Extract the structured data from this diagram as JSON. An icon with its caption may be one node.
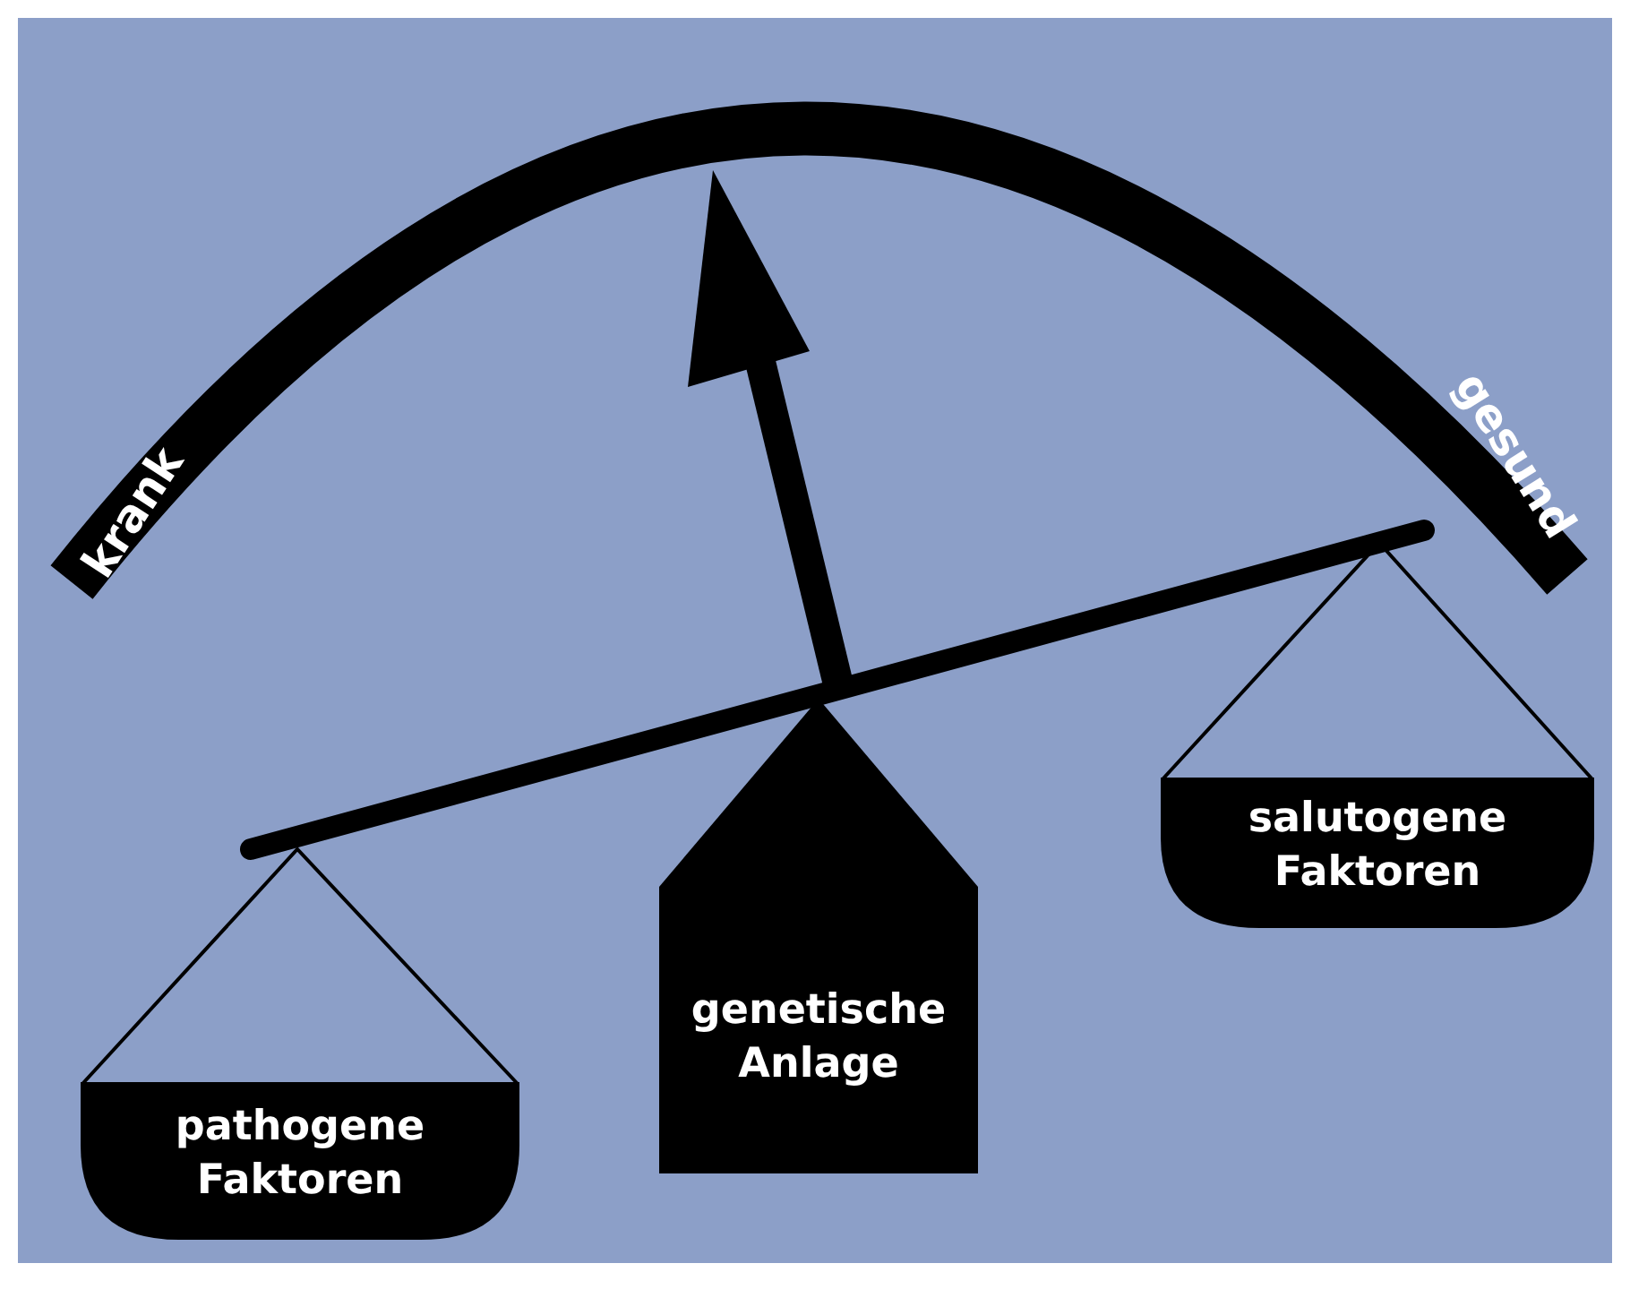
{
  "diagram": {
    "nodes": [
      {
        "text": [
          "genetische Anlage"
        ]
      },
      {
        "text": [
          "salutogene Faktoren"
        ]
      },
      {
        "text": [
          "pathogene Faktoren"
        ]
      }
    ],
    "labels": [
      "krank",
      "gesund"
    ]
  }
}
